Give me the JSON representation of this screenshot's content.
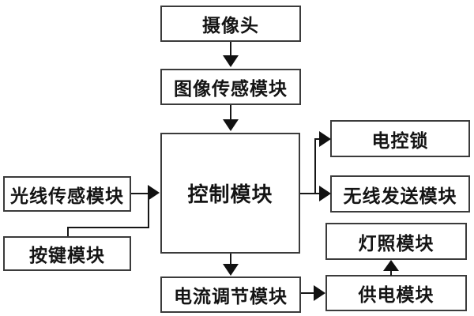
{
  "diagram": {
    "type": "block-diagram",
    "nodes": {
      "camera": {
        "label": "摄像头"
      },
      "image_sensor": {
        "label": "图像传感模块"
      },
      "control": {
        "label": "控制模块"
      },
      "light_sensor": {
        "label": "光线传感模块"
      },
      "key": {
        "label": "按键模块"
      },
      "electric_lock": {
        "label": "电控锁"
      },
      "wireless": {
        "label": "无线发送模块"
      },
      "lighting": {
        "label": "灯照模块"
      },
      "power": {
        "label": "供电模块"
      },
      "current_reg": {
        "label": "电流调节模块"
      }
    },
    "edges": [
      {
        "from": "camera",
        "to": "image_sensor"
      },
      {
        "from": "image_sensor",
        "to": "control"
      },
      {
        "from": "light_sensor",
        "to": "control"
      },
      {
        "from": "key",
        "to": "control"
      },
      {
        "from": "control",
        "to": "electric_lock"
      },
      {
        "from": "control",
        "to": "wireless"
      },
      {
        "from": "control",
        "to": "current_reg"
      },
      {
        "from": "current_reg",
        "to": "power"
      },
      {
        "from": "power",
        "to": "lighting"
      }
    ],
    "colors": {
      "background": "#ffffff",
      "box_fill": "#ffffff",
      "box_border": "#3b3b3b",
      "line": "#161616",
      "text": "#141414"
    }
  }
}
